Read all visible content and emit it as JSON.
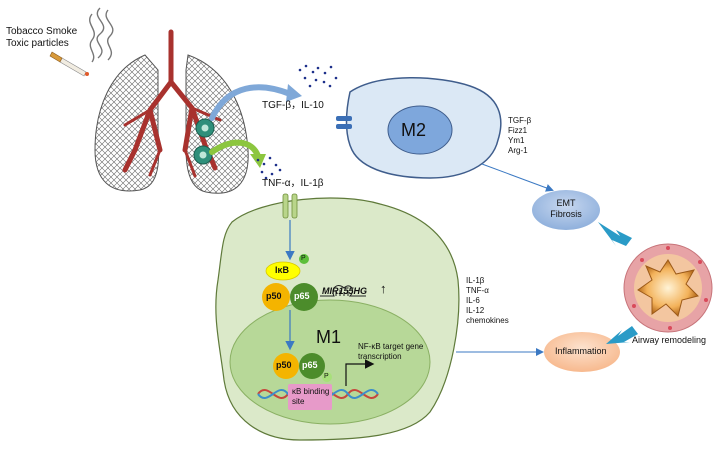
{
  "exposure": {
    "line1": "Tobacco Smoke",
    "line2": "Toxic particles"
  },
  "m2_signal": "TGF-β，IL-10",
  "m1_signal": "TNF-α，IL-1β",
  "m2": {
    "label": "M2",
    "secreted": [
      "TGF-β",
      "Fizz1",
      "Ym1",
      "Arg-1"
    ]
  },
  "emt": {
    "line1": "EMT",
    "line2": "Fibrosis"
  },
  "m1": {
    "label": "M1",
    "ikb": "IκB",
    "p": "P",
    "p50": "p50",
    "p65": "p65",
    "mir": "MIR155HG",
    "up_arrow": "↑",
    "nfkb_line1": "NF-κB target gene",
    "nfkb_line2": "transcription",
    "binding_line1": "κB binding",
    "binding_line2": "site"
  },
  "cytokines": [
    "IL-1β",
    "TNF-α",
    "IL-6",
    "IL-12",
    "chemokines"
  ],
  "inflammation": "Inflammation",
  "outcome": "Airway remodeling",
  "colors": {
    "m1_cell": "#dbe9c9",
    "m2_cell": "#dbe8f5",
    "ikb": "#ffff00",
    "p50": "#f4b400",
    "p65": "#4c8c2b",
    "binding": "#e79ac9",
    "emt": "#a9c2e4",
    "inflammation": "#fbd2b4",
    "arrow_teal": "#2a9bc7"
  }
}
